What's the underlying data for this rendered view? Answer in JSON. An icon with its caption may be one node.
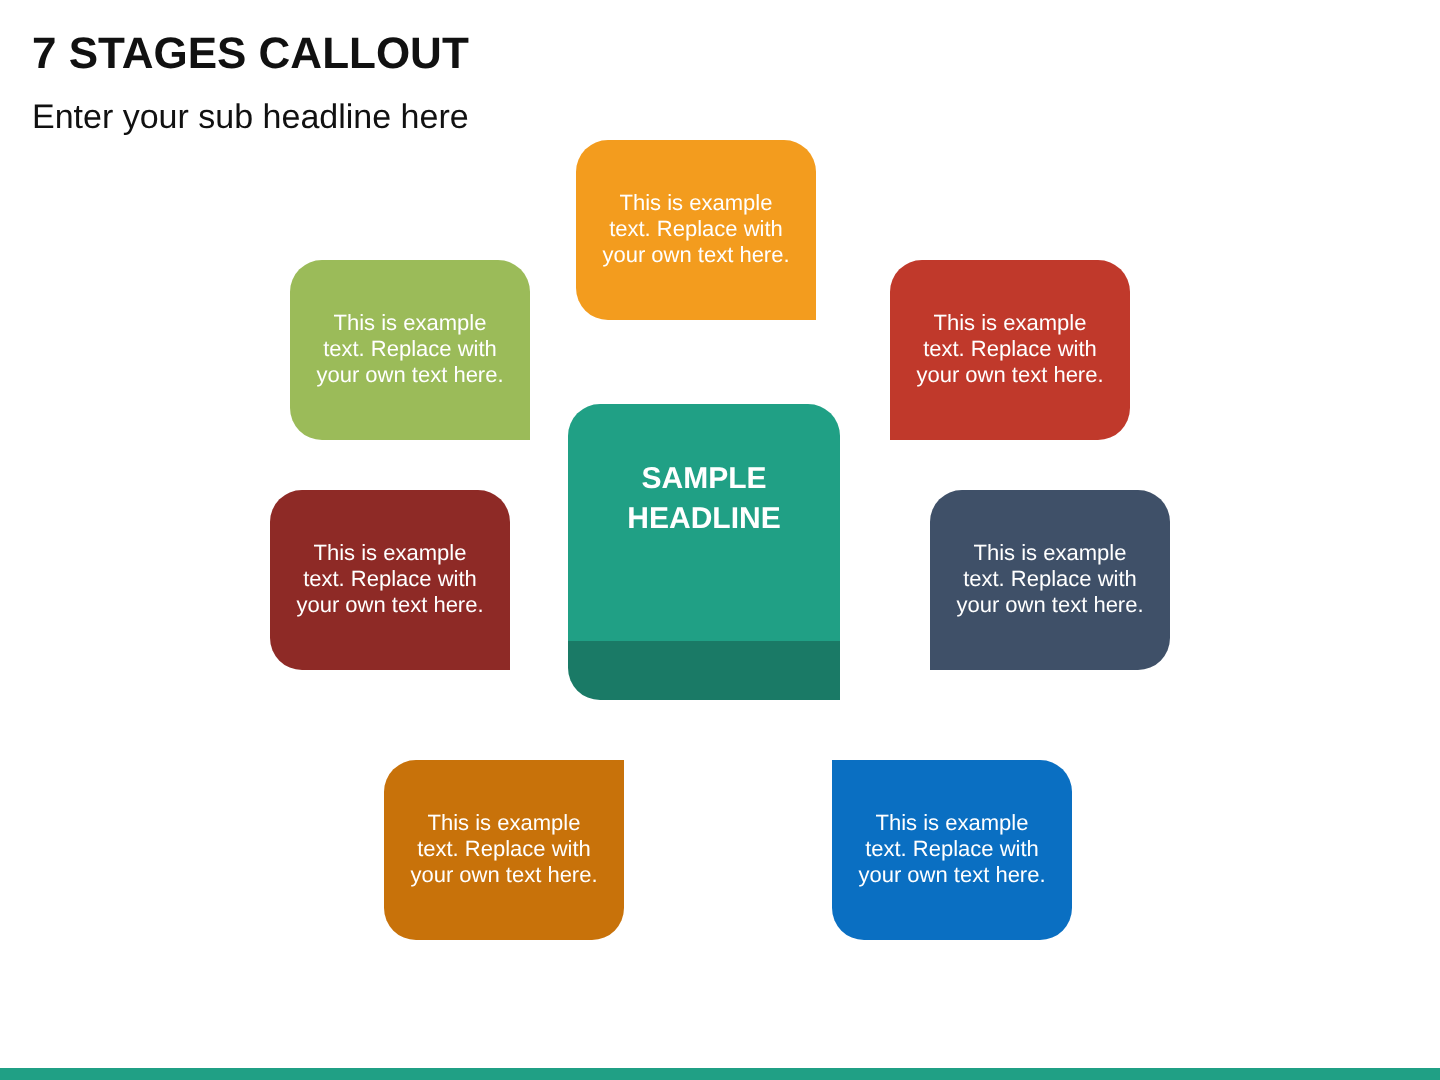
{
  "diagram": {
    "title": "7 STAGES CALLOUT",
    "nodes": [
      {
        "text": [
          "SAMPLE HEADLINE"
        ]
      },
      {
        "text": [
          "This is example text. Replace with your own text here."
        ]
      },
      {
        "text": [
          "This is example text. Replace with your own text here."
        ]
      },
      {
        "text": [
          "This is example text. Replace with your own text here."
        ]
      },
      {
        "text": [
          "This is example text. Replace with your own text here."
        ]
      },
      {
        "text": [
          "This is example text. Replace with your own text here."
        ]
      },
      {
        "text": [
          "This is example text. Replace with your own text here."
        ]
      },
      {
        "text": [
          "This is example text. Replace with your own text here."
        ]
      }
    ],
    "labels": [
      "Enter your sub headline here"
    ]
  }
}
